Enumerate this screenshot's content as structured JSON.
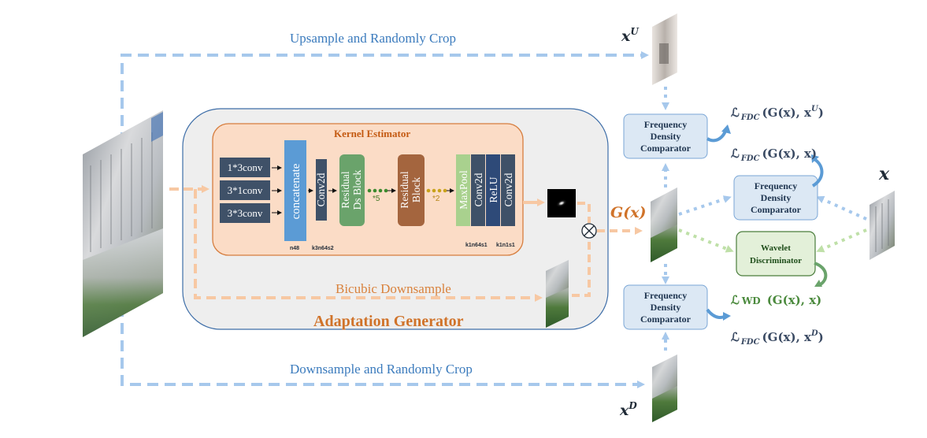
{
  "labels": {
    "upsample": "Upsample and Randomly Crop",
    "downsample": "Downsample and Randomly  Crop",
    "bicubic": "Bicubic Downsample",
    "adaptation_generator": "Adaptation Generator",
    "kernel_estimator": "Kernel Estimator"
  },
  "conv_boxes": [
    "1*3conv",
    "3*1conv",
    "3*3conv"
  ],
  "blocks": {
    "concatenate": "concatenate",
    "concat_sub": "n48",
    "conv2d_1": "Conv2d",
    "conv2d_1_sub": "k3n64s2",
    "res_ds_1": "Residual",
    "res_ds_2": "Ds Block",
    "times5": "*5",
    "res_1": "Residual",
    "res_2": "Block",
    "times2": "*2",
    "maxpool": "MaxPool",
    "conv2d_2": "Conv2d",
    "relu": "ReLU",
    "conv2d_3": "Conv2d",
    "sub_k1n64s1": "k1n64s1",
    "sub_k1n1s1": "k1n1s1"
  },
  "math": {
    "xU_base": "x",
    "xU_sup": "U",
    "xD_base": "x",
    "xD_sup": "D",
    "x": "x",
    "gx": "G(x)"
  },
  "comparators": {
    "fdc_line1": "Frequency",
    "fdc_line2": "Density",
    "fdc_line3": "Comparator",
    "wave_line1": "Wavelet",
    "wave_line2": "Discriminator"
  },
  "losses": {
    "L": "ℒ",
    "fdc_sub": "FDC",
    "loss_top_rest": "(G(x), x",
    "loss_top_sup": "U",
    "loss_top_close": ")",
    "loss_mid_rest": "(G(x), x)",
    "wd_sub": "WD",
    "loss_wd_rest": "(G(x), x)",
    "loss_bot_rest": "(G(x), x",
    "loss_bot_sup": "D",
    "loss_bot_close": ")"
  },
  "colors": {
    "blue_arrow": "#a6c8ec",
    "orange_arrow": "#f7c8a3",
    "green_arrow": "#bfe0a8",
    "generator_fill": "#eeeeee",
    "ke_fill": "#fbdcc6",
    "conv_box": "#3f5168",
    "concat": "#5b9bd5",
    "res_ds": "#6aa36b",
    "res": "#a4653e",
    "maxpool": "#a9d18e",
    "relu": "#2e4a78",
    "fdc_box": "#dce8f4"
  }
}
